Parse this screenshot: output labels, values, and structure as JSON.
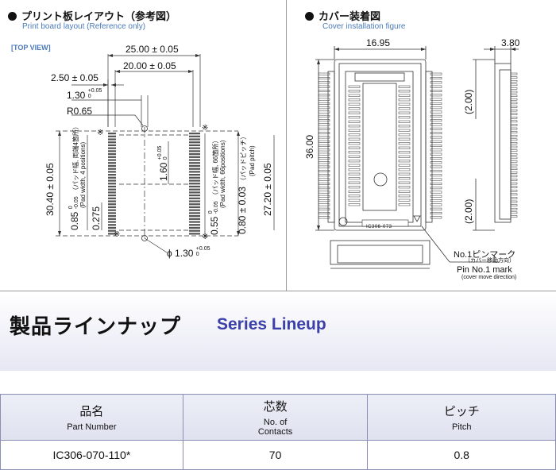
{
  "pcb": {
    "title": "プリント板レイアウト（参考図）",
    "subtitle": "Print board layout (Reference only)",
    "view_tag": "[TOP VIEW]",
    "dim_25": "25.00 ± 0.05",
    "dim_20": "20.00 ± 0.05",
    "dim_250": "2.50 ± 0.05",
    "dim_130": "1.30",
    "dim_130_tol_upper": "+0.05",
    "dim_130_tol_lower": "0",
    "dim_r065": "R0.65",
    "dim_160": "1.60",
    "dim_160_tol_upper": "+0.05",
    "dim_160_tol_lower": "0",
    "dim_3040": "30.40 ± 0.05",
    "dim_085": "0.85",
    "dim_085_tol_upper": "0",
    "dim_085_tol_lower": "-0.05",
    "dim_085_note_jp": "（パッド幅, 両端4箇所）",
    "dim_085_note_en": "(Pad width, 4 positions)",
    "dim_0275": "0.275",
    "dim_055": "0.55",
    "dim_055_tol_upper": "0",
    "dim_055_tol_lower": "-0.05",
    "dim_055_note_jp": "（パッド幅, 66箇所）",
    "dim_055_note_en": "(Pad width, 66positions)",
    "dim_080": "0.80 ± 0.03",
    "dim_080_note_jp": "（パッドピッチ）",
    "dim_080_note_en": "(Pad pitch)",
    "dim_2720": "27.20 ± 0.05",
    "dim_hole": "ϕ 1.30",
    "dim_hole_tol_upper": "+0.05",
    "dim_hole_tol_lower": "0",
    "asterisk": "※"
  },
  "cover": {
    "title": "カバー装着図",
    "subtitle": "Cover installation figure",
    "dim_1695": "16.95",
    "dim_380": "3.80",
    "dim_3600": "36.00",
    "dim_200_top": "(2.00)",
    "dim_200_bottom": "(2.00)",
    "part_mark": "IC306-073",
    "pin1_jp": "No.1ピンマーク",
    "pin1_jp_sub": "（カバー移動方向）",
    "pin1_en": "Pin No.1 mark",
    "pin1_en_sub": "(cover move direction)"
  },
  "lineup": {
    "title_jp": "製品ラインナップ",
    "title_en": "Series Lineup",
    "headers": [
      {
        "jp": "品名",
        "en": "Part Number"
      },
      {
        "jp": "芯数",
        "en": "No. of\nContacts"
      },
      {
        "jp": "ピッチ",
        "en": "Pitch"
      }
    ],
    "rows": [
      [
        "IC306-070-110*",
        "70",
        "0.8"
      ]
    ]
  },
  "colors": {
    "accent_blue": "#3b3fa8",
    "subtitle_blue": "#4a7ab8",
    "header_bg": "#e3e5f1",
    "border": "#8b8fb5"
  }
}
